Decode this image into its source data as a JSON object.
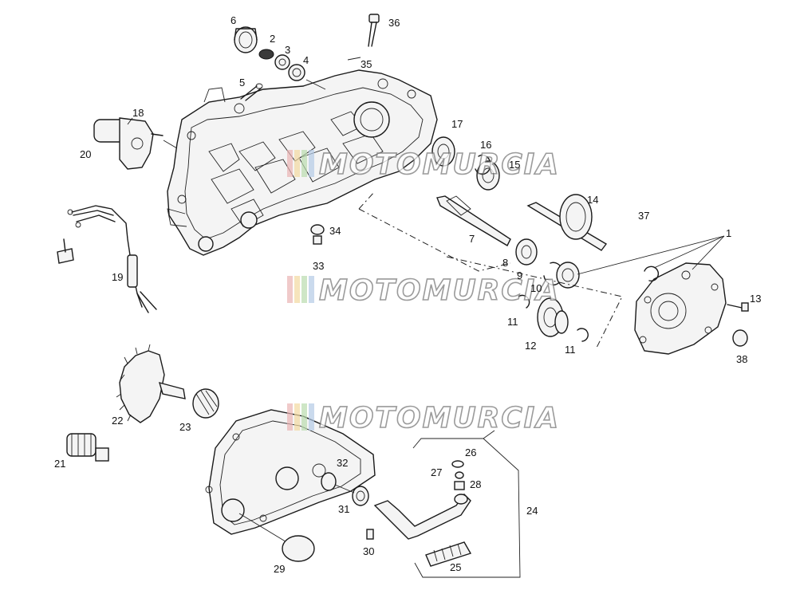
{
  "watermark": {
    "text": "MOTOMURCIA",
    "bar_colors": [
      "#e9b4b4",
      "#f2d9a0",
      "#b9dcae",
      "#b3cbe6"
    ]
  },
  "callouts": {
    "c1": "1",
    "c2": "2",
    "c3": "3",
    "c4": "4",
    "c5": "5",
    "c6": "6",
    "c7": "7",
    "c8": "8",
    "c9": "9",
    "c10": "10",
    "c11a": "11",
    "c11b": "11",
    "c12": "12",
    "c13": "13",
    "c14": "14",
    "c15": "15",
    "c16": "16",
    "c17": "17",
    "c18": "18",
    "c19": "19",
    "c20": "20",
    "c21": "21",
    "c22": "22",
    "c23": "23",
    "c24": "24",
    "c25": "25",
    "c26": "26",
    "c27": "27",
    "c28": "28",
    "c29": "29",
    "c30": "30",
    "c31": "31",
    "c32": "32",
    "c33": "33",
    "c34": "34",
    "c35": "35",
    "c36": "36",
    "c37": "37",
    "c38": "38"
  }
}
